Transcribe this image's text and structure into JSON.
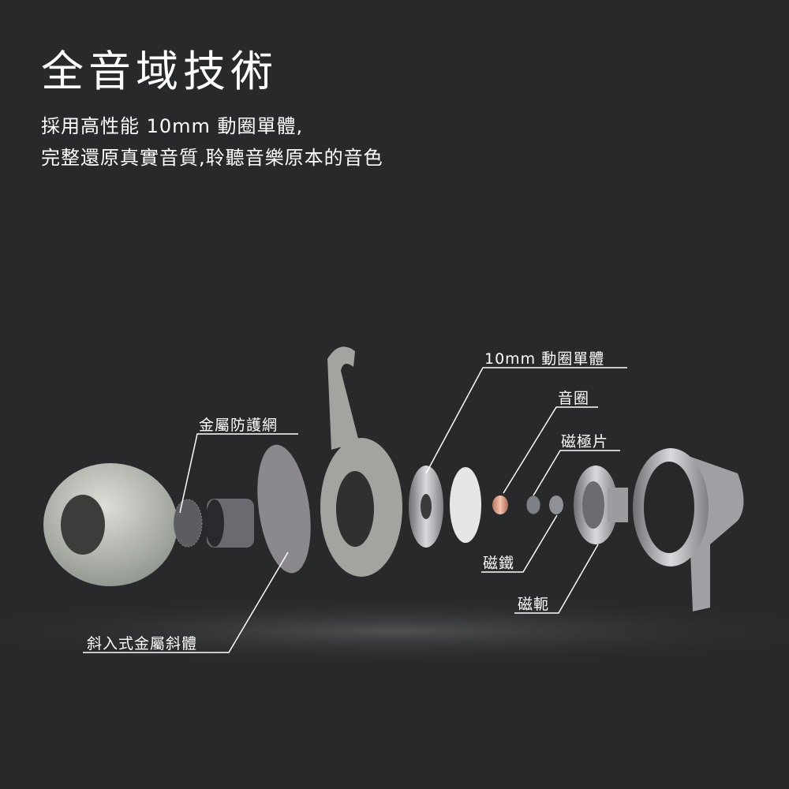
{
  "headline": "全音域技術",
  "description": {
    "line1": "採用高性能 10mm 動圈單體,",
    "line2": "完整還原真實音質,聆聽音樂原本的音色"
  },
  "labels": {
    "driver": "10mm 動圈單體",
    "voice_coil": "音圈",
    "pole_piece": "磁極片",
    "mesh": "金屬防護網",
    "magnet": "磁鐵",
    "yoke": "磁軛",
    "body": "斜入式金屬斜體"
  }
}
